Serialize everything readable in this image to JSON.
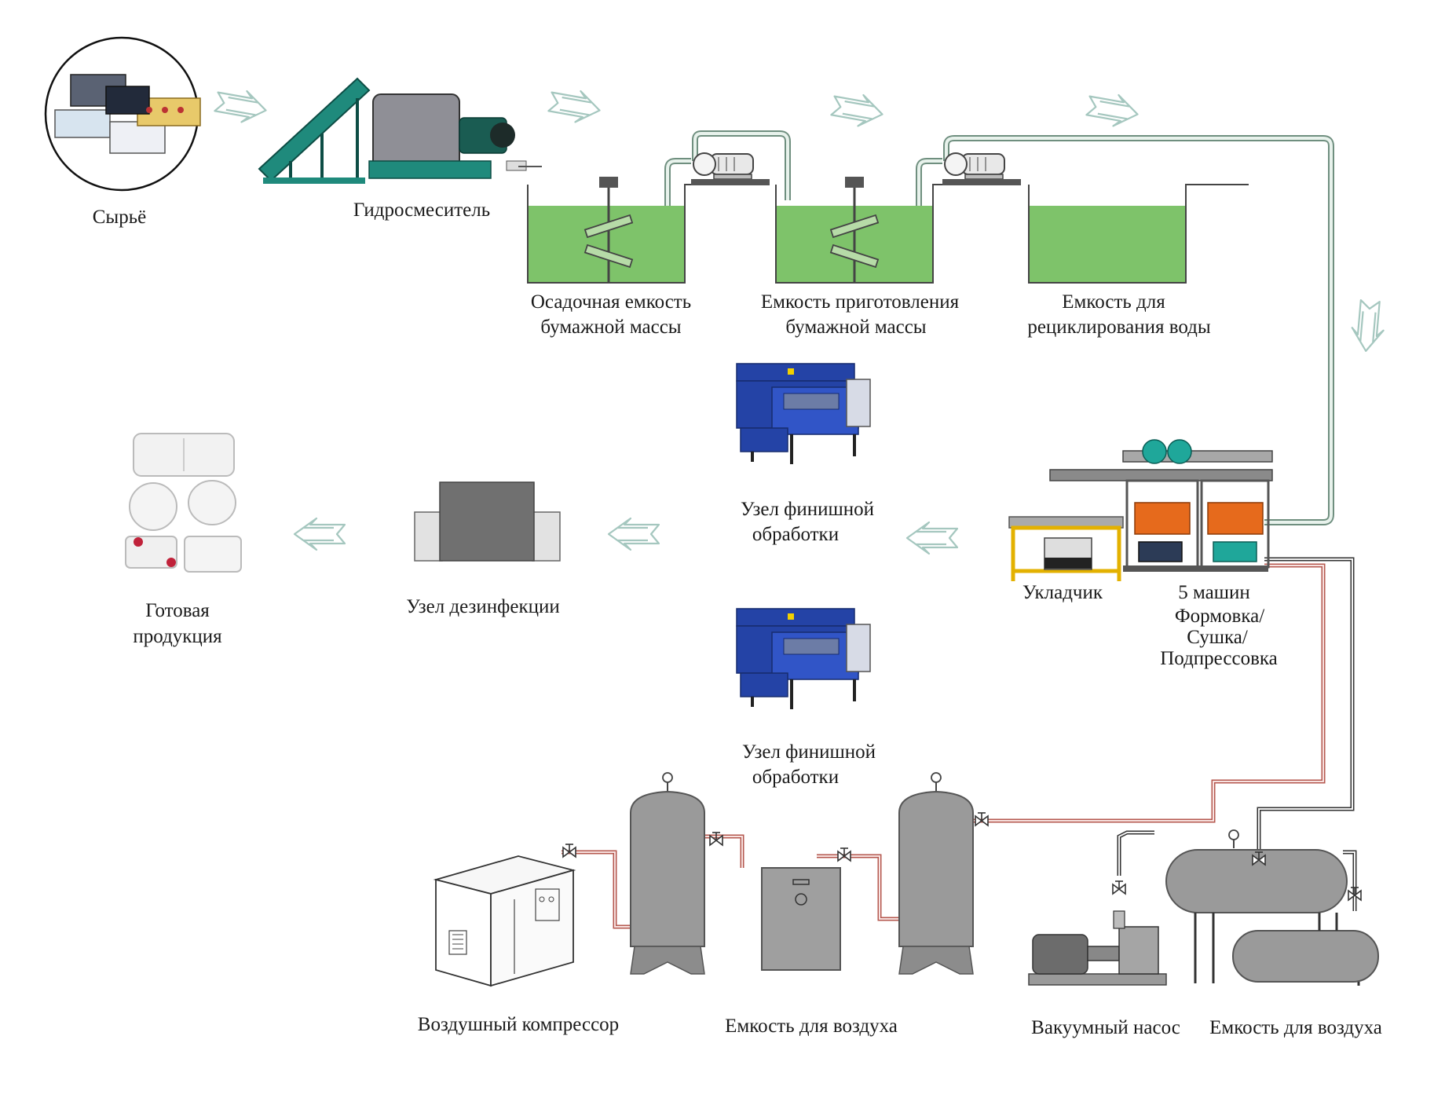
{
  "labels": {
    "raw_material": "Сырьё",
    "hydro_mixer": "Гидросмеситель",
    "settling_tank_1": "Осадочная емкость",
    "settling_tank_2": "бумажной массы",
    "pulp_tank_1": "Емкость приготовления",
    "pulp_tank_2": "бумажной массы",
    "recycle_tank_1": "Емкость для",
    "recycle_tank_2": "рециклирования воды",
    "finish_unit_top_1": "Узел финишной",
    "finish_unit_top_2": "обработки",
    "finish_unit_bottom_1": "Узел финишной",
    "finish_unit_bottom_2": "обработки",
    "disinfection": "Узел дезинфекции",
    "finished_1": "Готовая",
    "finished_2": "продукция",
    "stacker": "Укладчик",
    "machines_1": "5 машин",
    "machines_2": "Формовка/",
    "machines_3": "Сушка/",
    "machines_4": "Подпрессовка",
    "air_compressor": "Воздушный компрессор",
    "air_tank_mid": "Емкость для воздуха",
    "vacuum_pump": "Вакуумный насос",
    "air_tank_right": "Емкость для воздуха"
  },
  "colors": {
    "water": "#7ec36a",
    "machine_blue": "#2443a6",
    "vessel_gray": "#9a9a9a",
    "flow_arrow": "#a5c7bf",
    "pipe_red": "#b5584f"
  },
  "icons": [
    "flow-arrow-icon",
    "pump-icon",
    "valve-icon",
    "pressure-gauge-icon"
  ]
}
